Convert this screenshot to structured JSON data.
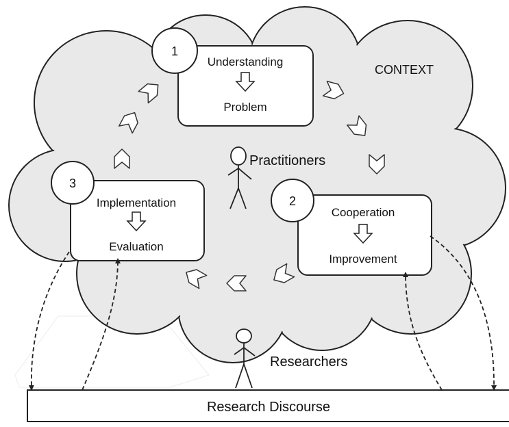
{
  "context_label": "CONTEXT",
  "practitioners_label": "Practitioners",
  "researchers_label": "Researchers",
  "discourse_label": "Research Discourse",
  "steps": [
    {
      "number": "1",
      "top": "Understanding",
      "bottom": "Problem"
    },
    {
      "number": "2",
      "top": "Cooperation",
      "bottom": "Improvement"
    },
    {
      "number": "3",
      "top": "Implementation",
      "bottom": "Evaluation"
    }
  ],
  "colors": {
    "cloud_fill": "#e9e9e9",
    "stroke": "#222222",
    "box_fill": "#ffffff"
  }
}
